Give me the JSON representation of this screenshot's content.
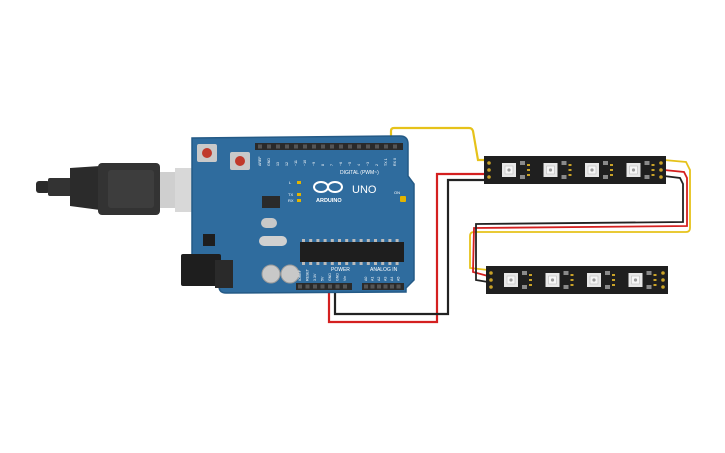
{
  "board": {
    "label_digital": "DIGITAL (PWM~)",
    "label_power": "POWER",
    "label_analog": "ANALOG IN",
    "label_uno": "UNO",
    "label_arduino": "ARDUINO",
    "label_tx": "TX",
    "label_rx": "RX",
    "label_l": "L",
    "label_on": "ON",
    "digital_pins": [
      "AREF",
      "GND",
      "13",
      "12",
      "~11",
      "~10",
      "~9",
      "8",
      "7",
      "~6",
      "~5",
      "4",
      "~3",
      "2",
      "TX 1",
      "RX 0"
    ],
    "power_pins": [
      "IOREF",
      "RESET",
      "3.3V",
      "5V",
      "GND",
      "GND",
      "Vin"
    ],
    "analog_pins": [
      "A0",
      "A1",
      "A2",
      "A3",
      "A4",
      "A5"
    ]
  },
  "colors": {
    "board": "#2f6c9e",
    "board_edge": "#245a86",
    "header": "#2a2a2a",
    "strip": "#1f1f1f",
    "led_pad": "#e8e8e8",
    "wire_signal": "#e6c21a",
    "wire_power": "#d42020",
    "wire_ground": "#222222",
    "usb_plug": "#d8d8d8",
    "cable": "#2b2b2b"
  },
  "strips": [
    {
      "name": "led-strip-top",
      "leds": 4
    },
    {
      "name": "led-strip-bottom",
      "leds": 4
    }
  ]
}
